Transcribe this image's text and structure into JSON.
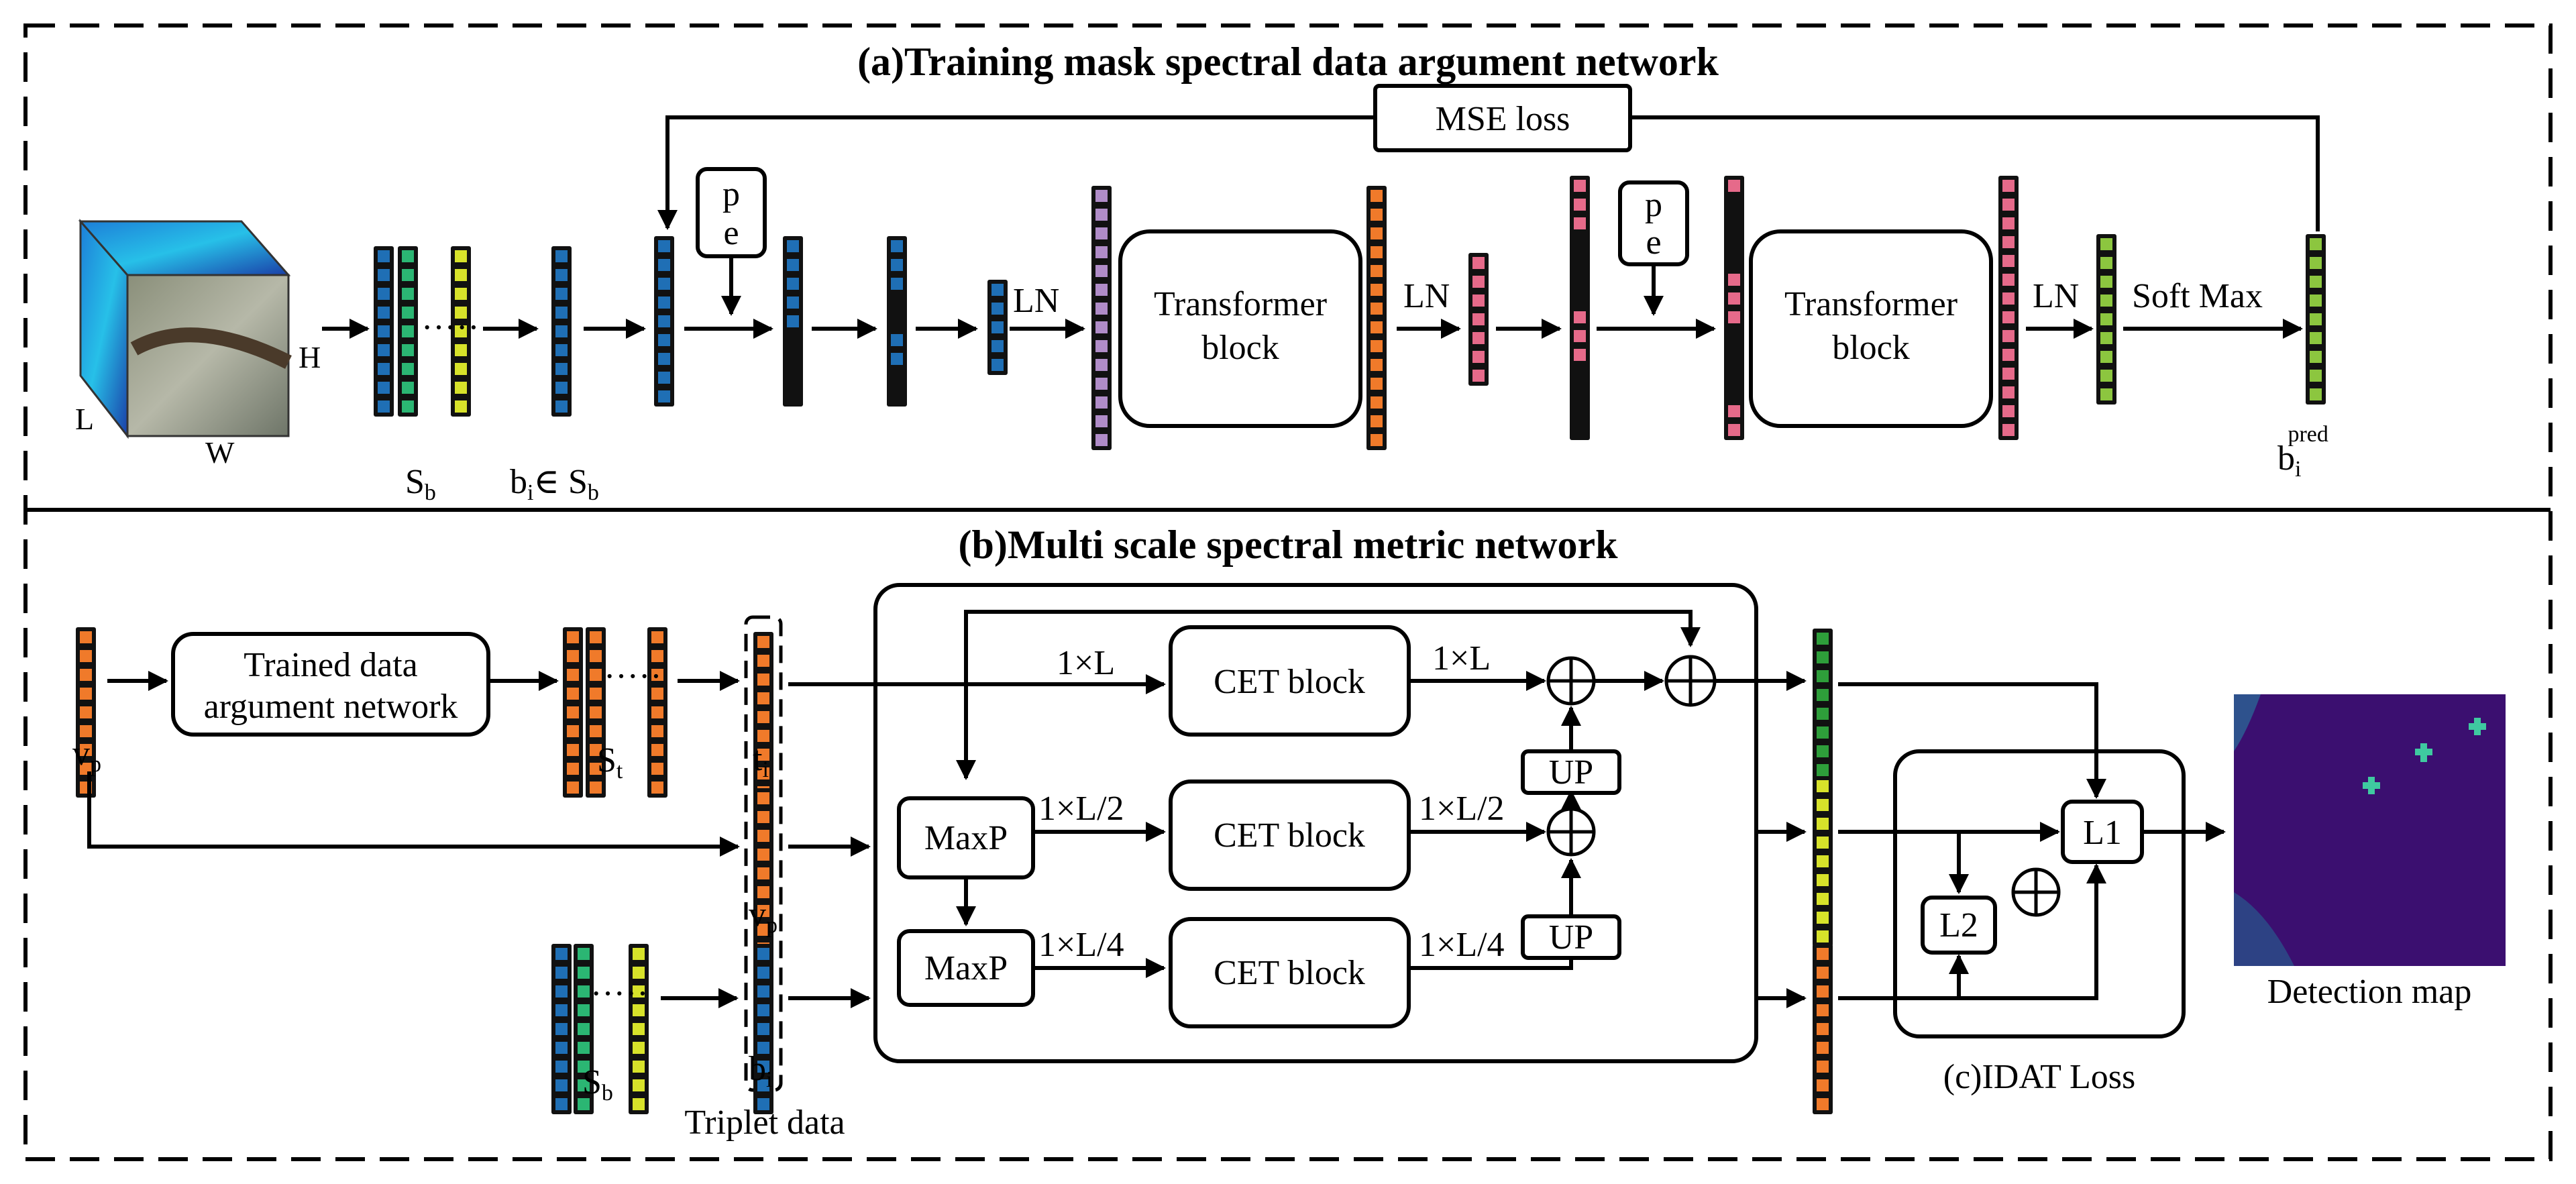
{
  "panels": {
    "a_title": "(a)Training mask spectral data argument network",
    "b_title": "(b)Multi scale spectral metric network",
    "c_title": "(c)IDAT Loss"
  },
  "panel_a": {
    "mse_loss": "MSE loss",
    "cube_h": "H",
    "cube_l": "L",
    "cube_w": "W",
    "sb_label": "S",
    "sb_sub": "b",
    "bi_label": "b",
    "bi_sub": "i",
    "bi_in": "∈ S",
    "bi_in_sub": "b",
    "pe_p": "p",
    "pe_e": "e",
    "ln": "LN",
    "transformer_line1": "Transformer",
    "transformer_line2": "block",
    "softmax": "Soft Max",
    "pred_label": "b",
    "pred_sub": "i",
    "pred_sup": "pred"
  },
  "panel_b": {
    "vp_label": "v",
    "vp_sub": "p",
    "trained_line1": "Trained data",
    "trained_line2": "argument network",
    "st_label": "S",
    "st_sub": "t",
    "ti_label": "t",
    "ti_sub": "i",
    "sb_label": "S",
    "sb_sub": "b",
    "bi_label": "b",
    "bi_sub": "i",
    "triplet": "Triplet data",
    "scale_1": "1×L",
    "scale_2": "1×L/2",
    "scale_4": "1×L/4",
    "cet": "CET block",
    "maxp": "MaxP",
    "up": "UP",
    "l1": "L1",
    "l2": "L2",
    "detection_map": "Detection map"
  },
  "colors": {
    "blue": "#1f6fb5",
    "green": "#2bb673",
    "yellow": "#d7e22a",
    "orange": "#f07a2a",
    "pink": "#e66a8a",
    "lavender": "#b08cc8",
    "lightgreen": "#8cc63f",
    "darkgreen": "#2e9e3a",
    "black": "#111111",
    "detection_bg": "#3b0f70"
  }
}
